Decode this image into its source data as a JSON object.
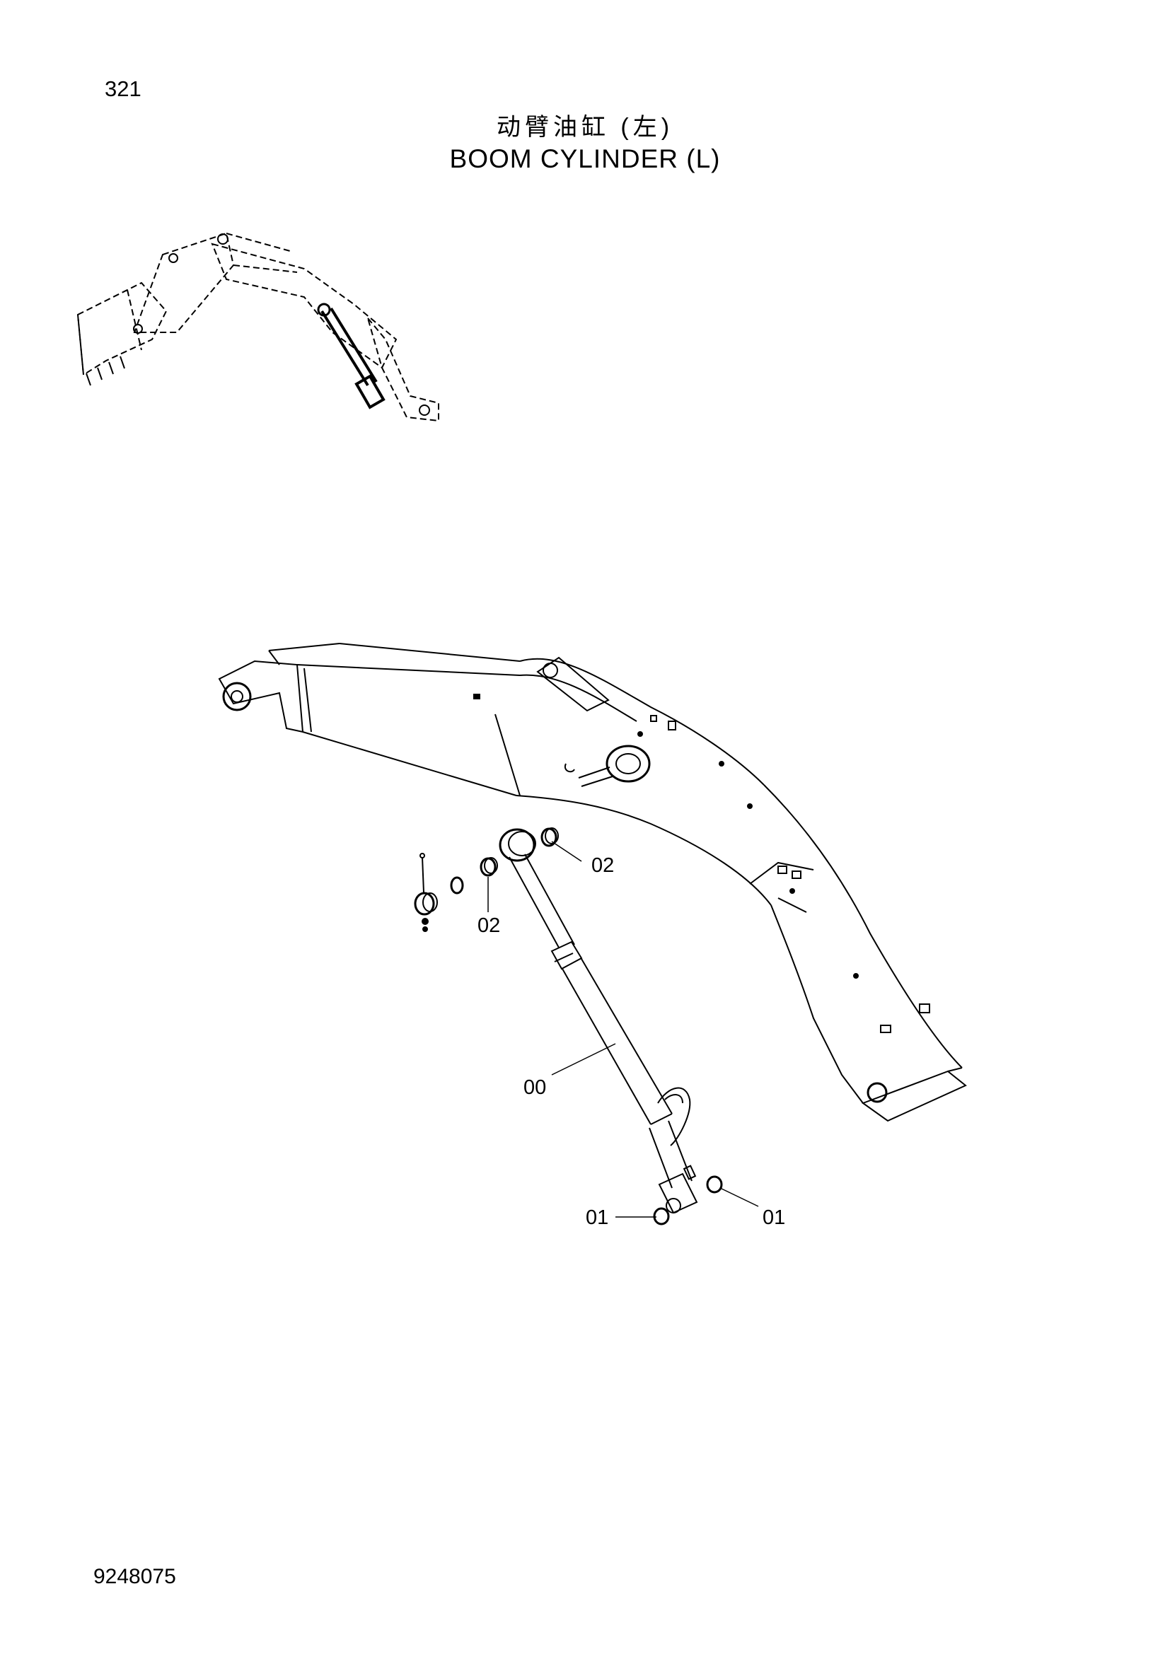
{
  "page_number": "321",
  "title_zh": "动臂油缸 (左)",
  "title_en": "BOOM CYLINDER (L)",
  "document_code": "9248075",
  "callouts": [
    {
      "id": "c02a",
      "label": "02"
    },
    {
      "id": "c02b",
      "label": "02"
    },
    {
      "id": "c00",
      "label": "00"
    },
    {
      "id": "c01a",
      "label": "01"
    },
    {
      "id": "c01b",
      "label": "01"
    }
  ],
  "colors": {
    "ink": "#000000",
    "paper": "#ffffff"
  }
}
